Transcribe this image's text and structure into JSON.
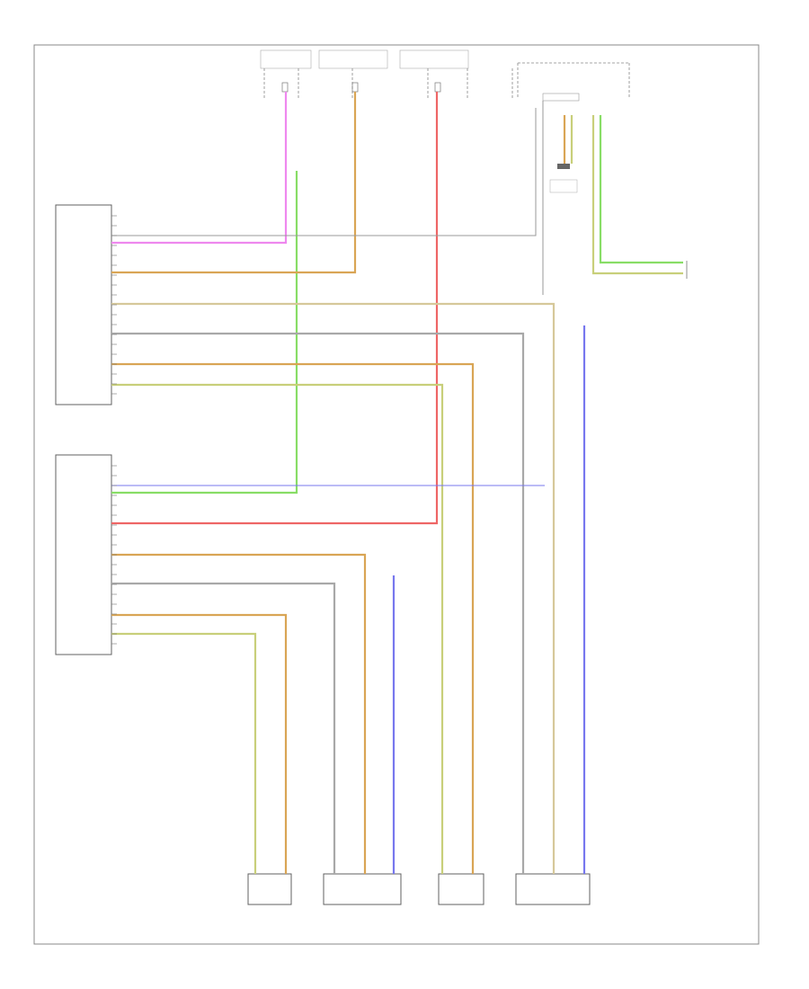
{
  "colors": {
    "pink": "#ee88ee",
    "green": "#88dd66",
    "orange": "#d9a555",
    "red": "#ee6666",
    "olive": "#c8cf7a",
    "gray": "#9a9a9a",
    "blue": "#7777ee",
    "tan": "#d6c89a",
    "border": "#888888"
  },
  "tag": "",
  "components": [
    {
      "id": "top-fuse-1",
      "label": ""
    },
    {
      "id": "top-fuse-2",
      "label": ""
    },
    {
      "id": "top-fuse-3",
      "label": ""
    },
    {
      "id": "top-power-distribution",
      "label": ""
    },
    {
      "id": "top-connector-right",
      "label": ""
    },
    {
      "id": "module-upper",
      "label": ""
    },
    {
      "id": "module-lower",
      "label": ""
    },
    {
      "id": "heater-1",
      "label": ""
    },
    {
      "id": "heater-2",
      "label": ""
    },
    {
      "id": "heater-3",
      "label": ""
    },
    {
      "id": "heater-4",
      "label": ""
    },
    {
      "id": "right-ground",
      "label": ""
    }
  ]
}
